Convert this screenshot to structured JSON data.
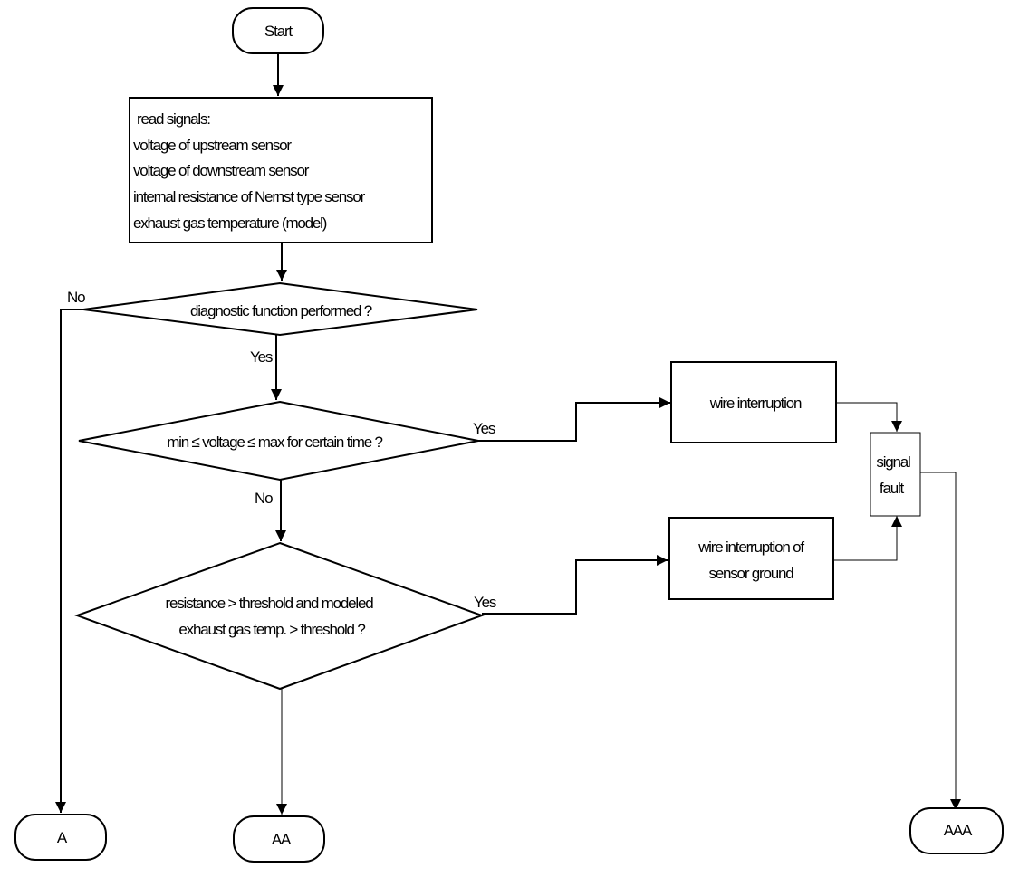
{
  "nodes": {
    "start": "Start",
    "read_signals": {
      "lines": [
        "read signals:",
        "voltage of upstream sensor",
        "voltage of downstream sensor",
        "internal resistance of Nernst type sensor",
        "exhaust gas temperature (model)"
      ]
    },
    "decision_diag": "diagnostic function performed ?",
    "decision_voltage": "min ≤ voltage ≤ max for certain time ?",
    "decision_resistance": {
      "lines": [
        "resistance > threshold and modeled",
        "exhaust gas temp. > threshold ?"
      ]
    },
    "wire_interruption": "wire interruption",
    "wire_interruption_ground": {
      "lines": [
        "wire interruption of",
        "sensor ground"
      ]
    },
    "signal_fault": {
      "lines": [
        "signal",
        "fault"
      ]
    },
    "terminal_a": "A",
    "terminal_aa": "AA",
    "terminal_aaa": "AAA"
  },
  "edge_labels": {
    "diag_no": "No",
    "diag_yes": "Yes",
    "voltage_yes": "Yes",
    "voltage_no": "No",
    "resistance_yes": "Yes"
  },
  "colors": {
    "stroke": "#000000",
    "background": "#ffffff"
  }
}
